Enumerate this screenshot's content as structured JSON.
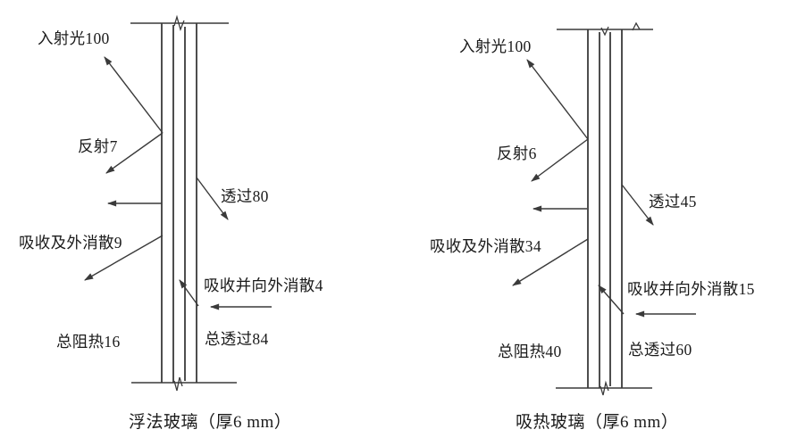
{
  "colors": {
    "line": "#3a3a3a",
    "text": "#1b1b1b",
    "background": "#ffffff"
  },
  "diagrams": [
    {
      "id": "float-glass",
      "caption": "浮法玻璃（厚6 mm）",
      "labels": {
        "incident": "入射光100",
        "reflected": "反射7",
        "transmitted": "透过80",
        "absorbed_dissipated_outward": "吸收及外消散9",
        "absorbed_dissipated_inward": "吸收并向外消散4",
        "total_heat_blocked": "总阻热16",
        "total_transmitted": "总透过84"
      },
      "values": {
        "incident": 100,
        "reflected": 7,
        "transmitted": 80,
        "absorbed_dissipated_outward": 9,
        "absorbed_dissipated_inward": 4,
        "total_heat_blocked": 16,
        "total_transmitted": 84
      }
    },
    {
      "id": "heat-absorbing-glass",
      "caption": "吸热玻璃（厚6 mm）",
      "labels": {
        "incident": "入射光100",
        "reflected": "反射6",
        "transmitted": "透过45",
        "absorbed_dissipated_outward": "吸收及外消散34",
        "absorbed_dissipated_inward": "吸收并向外消散15",
        "total_heat_blocked": "总阻热40",
        "total_transmitted": "总透过60"
      },
      "values": {
        "incident": 100,
        "reflected": 6,
        "transmitted": 45,
        "absorbed_dissipated_outward": 34,
        "absorbed_dissipated_inward": 15,
        "total_heat_blocked": 40,
        "total_transmitted": 60
      }
    }
  ]
}
